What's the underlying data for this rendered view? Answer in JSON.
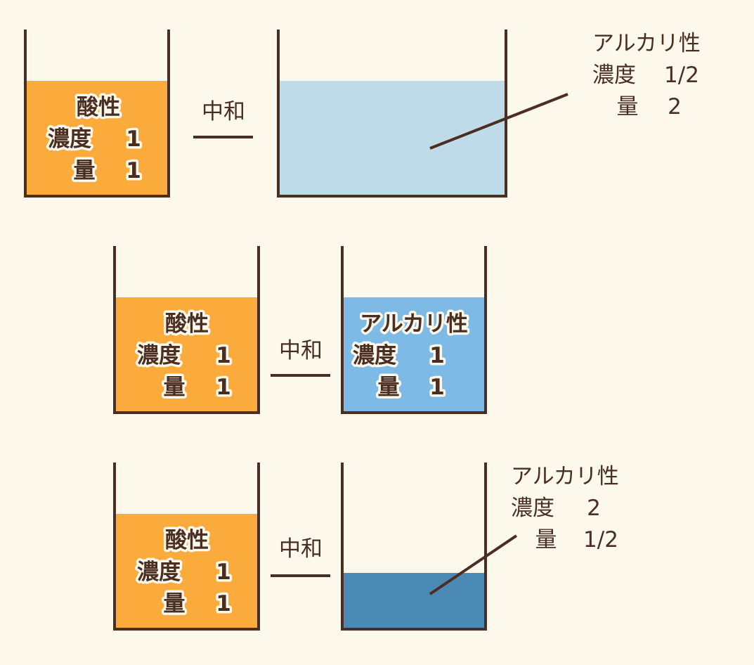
{
  "colors": {
    "acid": "#fbab3c",
    "alkali_light": "#bfdbea",
    "alkali_mid": "#7dbbe6",
    "alkali_dark": "#4a8ab5",
    "line": "#4a2e22"
  },
  "rows": [
    {
      "acid": {
        "title": "酸性",
        "conc_label": "濃度",
        "conc": "1",
        "amount_label": "量",
        "amount": "1"
      },
      "reaction": "中和",
      "alkali": {
        "title": "アルカリ性",
        "conc_label": "濃度",
        "conc": "1/2",
        "amount_label": "量",
        "amount": "2",
        "fill_fraction": 0.69
      }
    },
    {
      "acid": {
        "title": "酸性",
        "conc_label": "濃度",
        "conc": "1",
        "amount_label": "量",
        "amount": "1"
      },
      "reaction": "中和",
      "alkali": {
        "title": "アルカリ性",
        "conc_label": "濃度",
        "conc": "1",
        "amount_label": "量",
        "amount": "1",
        "fill_fraction": 0.69
      }
    },
    {
      "acid": {
        "title": "酸性",
        "conc_label": "濃度",
        "conc": "1",
        "amount_label": "量",
        "amount": "1"
      },
      "reaction": "中和",
      "alkali": {
        "title": "アルカリ性",
        "conc_label": "濃度",
        "conc": "2",
        "amount_label": "量",
        "amount": "1/2",
        "fill_fraction": 0.34
      }
    }
  ]
}
